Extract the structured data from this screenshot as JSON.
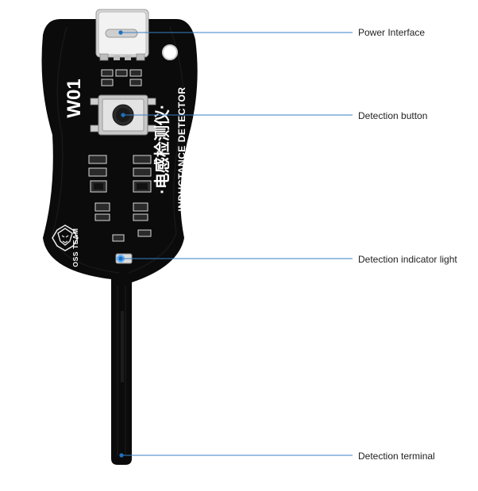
{
  "colors": {
    "board": "#0b0b0b",
    "callout_line": "#3a7fc4",
    "callout_dot": "#1f6fc0",
    "led": "#4aa8ff",
    "label_text": "#222222"
  },
  "board": {
    "model": "W01",
    "name_cn": "·电感检测仪·",
    "name_en": "INDUCTANCE DETECTOR",
    "brand": "OSS TEAM",
    "logo": "tiger-head-logo-icon"
  },
  "callouts": [
    {
      "id": "power",
      "label": "Power Interface"
    },
    {
      "id": "button",
      "label": "Detection button"
    },
    {
      "id": "light",
      "label": "Detection indicator light"
    },
    {
      "id": "terminal",
      "label": "Detection terminal"
    }
  ]
}
